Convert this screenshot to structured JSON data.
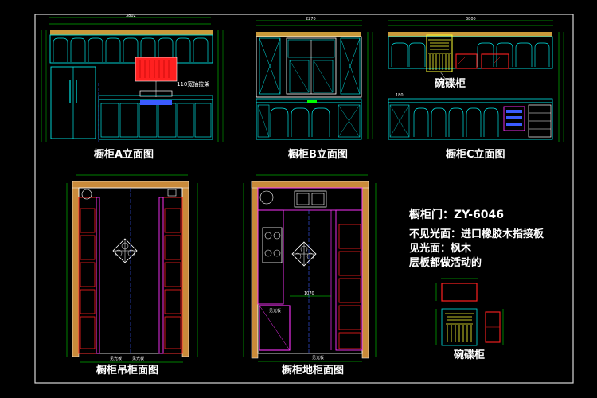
{
  "drawing": {
    "frame_color": "#e0e0e0",
    "colors": {
      "cabinet_cyan": "#00e5e5",
      "outline_white": "#ffffff",
      "dimension_green": "#00ff00",
      "centerline_blue": "#3b5bff",
      "highlight_red": "#ff2020",
      "highlight_magenta": "#ff33ff",
      "rail_yellow": "#ffff33",
      "wall_orange": "#d9a040"
    }
  },
  "views": {
    "elevation_a": {
      "title": "橱柜A立面图",
      "callout": "110宽抽拉架",
      "top_dim": "3802"
    },
    "elevation_b": {
      "title": "橱柜B立面图",
      "top_dim": "2270"
    },
    "elevation_c": {
      "title": "橱柜C立面图",
      "callout": "碗碟柜",
      "top_dim": "3800",
      "side_dim": "180"
    },
    "plan_wall": {
      "title": "橱柜吊柜面图",
      "bottom_labels": [
        "见光板",
        "见光板"
      ]
    },
    "plan_floor": {
      "title": "橱柜地柜面图",
      "center_dim": "1070",
      "corner_label": "见光板",
      "bottom_label": "见光板"
    }
  },
  "notes": {
    "line1": "橱柜门：ZY-6046",
    "line2": "不见光面：进口橡胶木指接板",
    "line3": "见光面：枫木",
    "line4": "层板都做活动的"
  },
  "detail": {
    "title": "碗碟柜"
  }
}
